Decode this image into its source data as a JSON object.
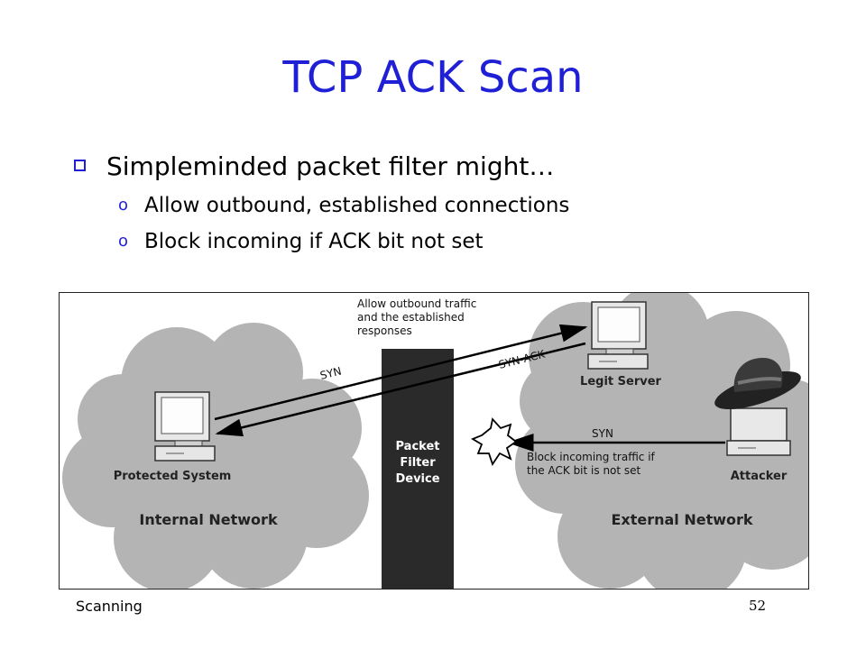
{
  "slide": {
    "title": "TCP ACK Scan",
    "bullet": "Simpleminded packet filter might…",
    "sub_bullets": [
      "Allow outbound, established connections",
      "Block incoming if ACK bit not set"
    ],
    "footer_left": "Scanning",
    "page_number": "52"
  },
  "diagram": {
    "internal_network": "Internal Network",
    "external_network": "External Network",
    "protected_system": "Protected System",
    "legit_server": "Legit Server",
    "attacker": "Attacker",
    "packet_filter": [
      "Packet",
      "Filter",
      "Device"
    ],
    "allow_note": [
      "Allow outbound traffic",
      "and the established",
      "responses"
    ],
    "block_note": [
      "Block incoming traffic if",
      "the ACK bit is not set"
    ],
    "syn_label": "SYN",
    "synack_label": "SYN-ACK",
    "attacker_syn_label": "SYN"
  },
  "colors": {
    "title": "#1f1fd6",
    "cloud": "#b4b4b4",
    "filter": "#2a2a2a"
  }
}
